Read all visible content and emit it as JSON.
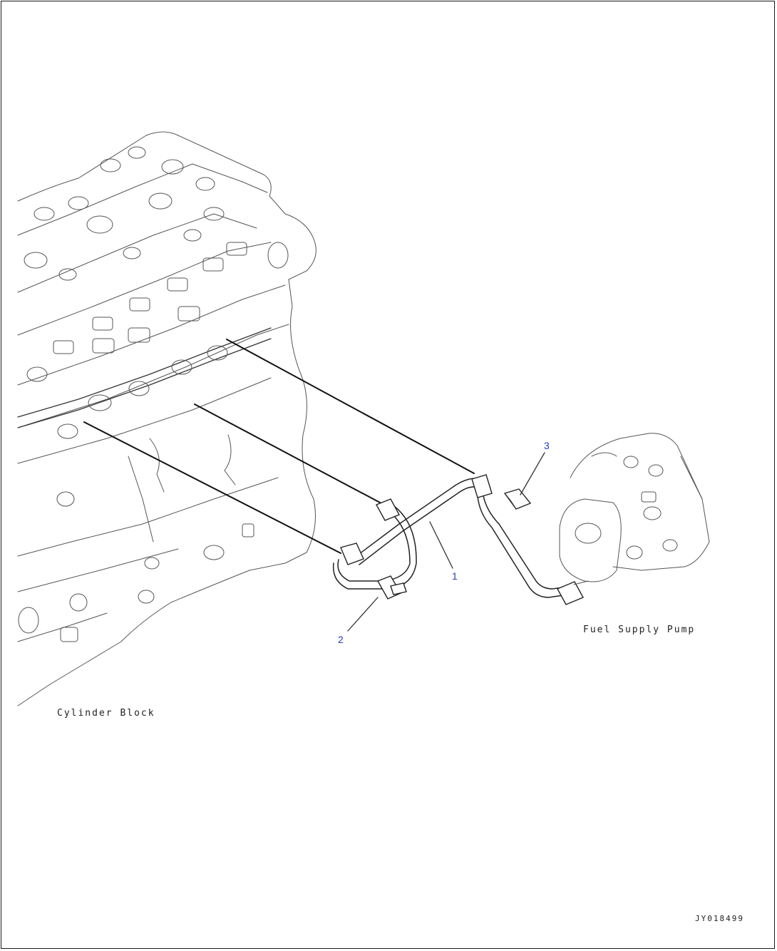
{
  "callouts": [
    {
      "id": "1",
      "label": "1"
    },
    {
      "id": "2",
      "label": "2"
    },
    {
      "id": "3",
      "label": "3"
    }
  ],
  "captions": {
    "fuel_supply_pump": "Fuel Supply Pump",
    "cylinder_block": "Cylinder Block"
  },
  "drawing_number": "JY018499",
  "colors": {
    "callout": "#1f3fbf",
    "linework": "#333333"
  }
}
